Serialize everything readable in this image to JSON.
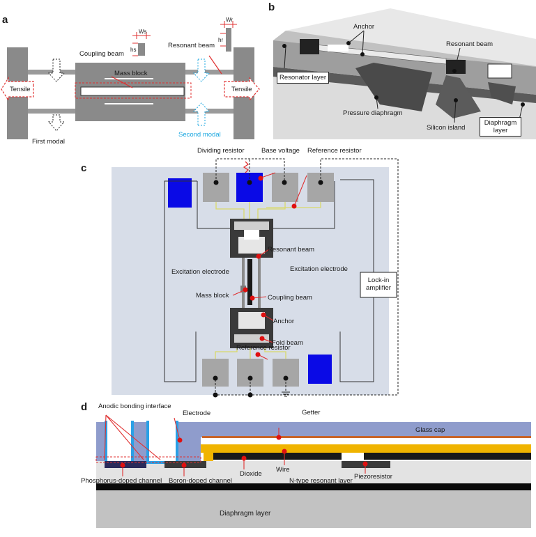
{
  "panels": {
    "a": {
      "letter": "a",
      "labels": {
        "coupling_beam": "Coupling beam",
        "mass_block": "Mass block",
        "resonant_beam": "Resonant beam",
        "tensile_left": "Tensile",
        "tensile_right": "Tensile",
        "first_modal": "First modal",
        "second_modal": "Second modal",
        "ws": "Ws",
        "hs": "hs",
        "wr": "Wr",
        "hr": "hr"
      }
    },
    "b": {
      "letter": "b",
      "labels": {
        "anchor": "Anchor",
        "resonant_beam": "Resonant beam",
        "resonator_layer": "Resonator layer",
        "pressure_diaphragm": "Pressure diaphragm",
        "silicon_island": "Silicon island",
        "diaphragm_layer": "Diaphragm layer"
      }
    },
    "c": {
      "letter": "c",
      "labels": {
        "dividing_resistor": "Dividing resistor",
        "base_voltage": "Base voltage",
        "reference_resistor_top": "Reference resistor",
        "resonant_beam": "Resonant beam",
        "excitation_electrode_left": "Excitation electrode",
        "excitation_electrode_right": "Excitation electrode",
        "mass_block": "Mass block",
        "coupling_beam": "Coupling beam",
        "anchor": "Anchor",
        "fold_beam": "Fold beam",
        "reference_resistor_bottom": "Reference resistor",
        "lock_in_amplifier": "Lock-in amplifier"
      }
    },
    "d": {
      "letter": "d",
      "labels": {
        "anodic_bonding_interface": "Anodic bonding interface",
        "electrode": "Electrode",
        "getter": "Getter",
        "glass_cap": "Glass cap",
        "phosphorus_doped_channel": "Phosphorus-doped channel",
        "boron_doped_channel": "Boron-doped channel",
        "dioxide": "Dioxide",
        "wire": "Wire",
        "n_type_resonant_layer": "N-type resonant layer",
        "piezoresistor": "Piezoresistor",
        "diaphragm_layer": "Diaphragm layer"
      }
    }
  },
  "colors": {
    "gray_structure": "#8a8a8a",
    "tensile_arrow": "#e03030",
    "modal_blue": "#1aa7e0",
    "pad_blue": "#0a0ae6",
    "pad_gray": "#a6a6a6",
    "chip_bg": "#d7dde8",
    "glass": "#8f9ccc",
    "wire_gold": "#f0b400",
    "electrode_blue": "#2aa0e6",
    "diaphragm_gray": "#c2c2c2"
  }
}
